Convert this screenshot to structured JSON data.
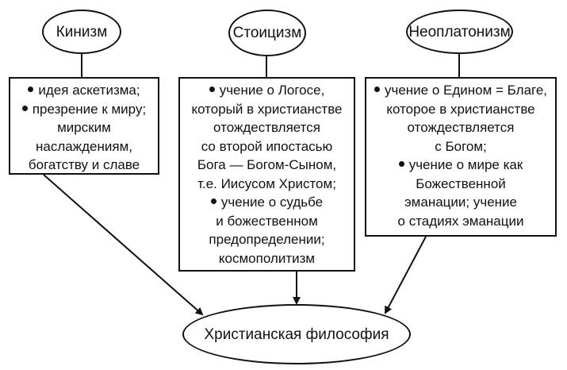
{
  "nodes": {
    "kinizm": "Кинизм",
    "stoicizm": "Стоицизм",
    "neoplatonizm": "Неоплатонизм",
    "result": "Христианская философия"
  },
  "boxes": {
    "kinizm": [
      "идея аскетизма;",
      "презрение к миру;",
      "мирским",
      "наслаждениям,",
      "богатству и славе"
    ],
    "stoicizm": [
      "учение о Логосе,",
      "который в христианстве",
      "отождествляется",
      "со второй ипостасью",
      "Бога — Богом-Сыном,",
      "т.е. Иисусом Христом;",
      "учение о судьбе",
      "и божественном",
      "предопределении;",
      "космополитизм"
    ],
    "neoplatonizm": [
      "учение о Едином = Благе,",
      "которое в христианстве",
      "отождествляется",
      "с Богом;",
      "учение о мире как",
      "Божественной",
      "эманации; учение",
      "о стадиях эманации"
    ]
  }
}
